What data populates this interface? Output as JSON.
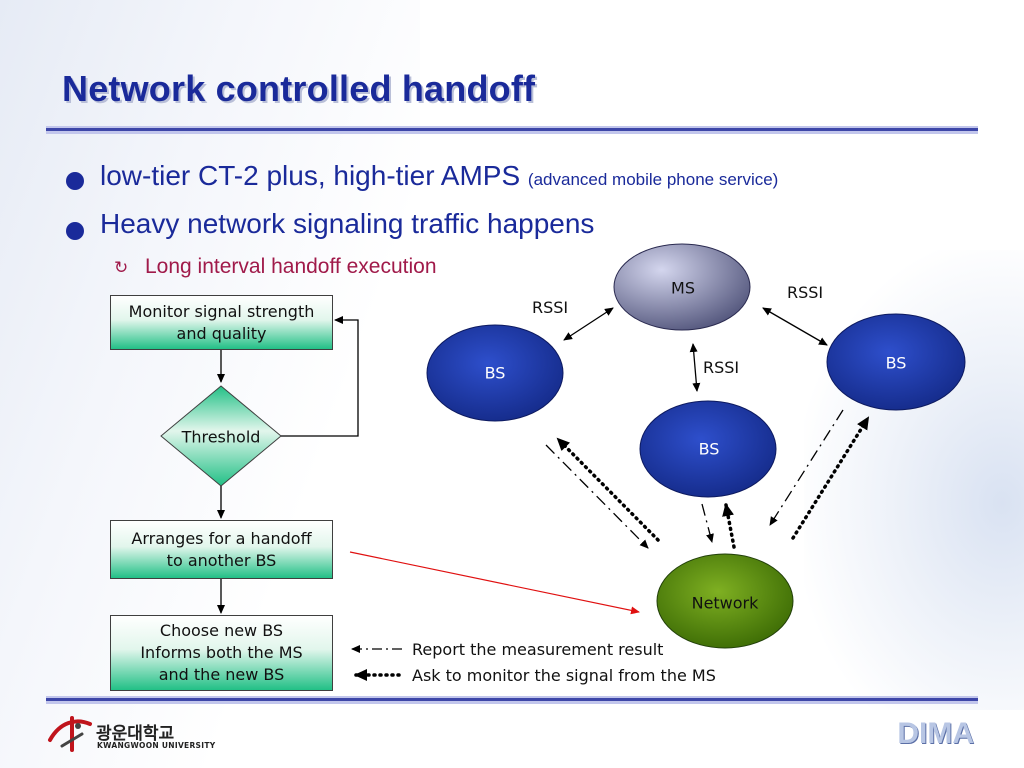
{
  "slide": {
    "title": "Network controlled handoff",
    "bullets": [
      {
        "text": "low-tier CT-2 plus, high-tier AMPS",
        "note": "(advanced mobile phone service)"
      },
      {
        "text": "Heavy network signaling traffic happens"
      }
    ],
    "sub_bullet": {
      "icon": "↻",
      "text": "Long interval handoff execution"
    }
  },
  "flowchart": {
    "box1": {
      "line1": "Monitor signal strength",
      "line2": "and quality"
    },
    "decision": "Threshold",
    "box2": {
      "line1": "Arranges for a handoff",
      "line2": "to another BS"
    },
    "box3": {
      "line1": "Choose new BS",
      "line2": "Informs both the MS",
      "line3": "and the new BS"
    }
  },
  "network_diagram": {
    "ms": "MS",
    "bs_left": "BS",
    "bs_center": "BS",
    "bs_right": "BS",
    "network": "Network",
    "rssi_left": "RSSI",
    "rssi_center": "RSSI",
    "rssi_right": "RSSI"
  },
  "legend": {
    "report": "Report the measurement result",
    "ask": "Ask to monitor the signal from the MS"
  },
  "footer": {
    "university_kr": "광운대학교",
    "university_en": "KWANGWOON UNIVERSITY",
    "brand": "DIMA"
  },
  "colors": {
    "title": "#1a2a9a",
    "bs_fill": "#1e3aa8",
    "ms_fill": "#7a7ea6",
    "network_fill": "#4a7a06",
    "flow_box": "#22c086",
    "sub_bullet": "#a01a4a",
    "cross_arrow": "#e01010"
  }
}
